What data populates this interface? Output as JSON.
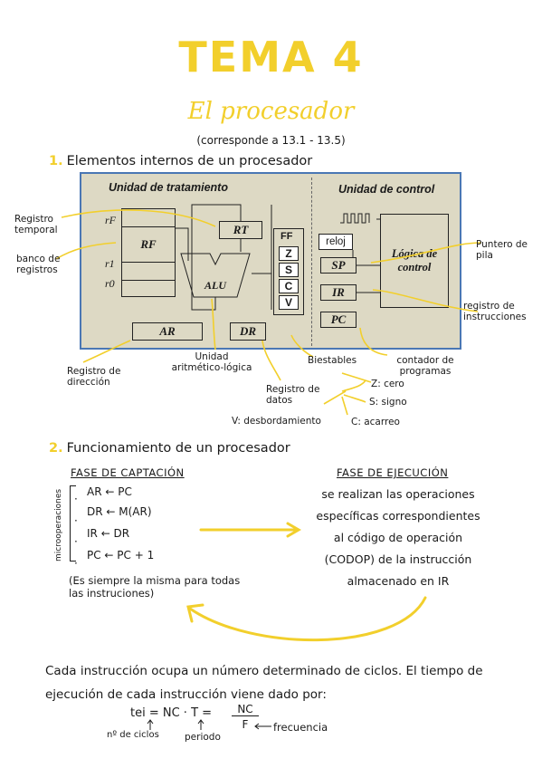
{
  "header": {
    "title": "TEMA 4",
    "subtitle": "El procesador",
    "reference": "(corresponde a 13.1 - 13.5)"
  },
  "section1": {
    "number": "1.",
    "heading": "Elementos internos de un procesador",
    "diagram": {
      "left_title": "Unidad de tratamiento",
      "right_title": "Unidad de control",
      "reg_rf": "rF",
      "reg_file": "RF",
      "reg_r1": "r1",
      "reg_r0": "r0",
      "rt": "RT",
      "alu": "ALU",
      "flags": [
        "FF",
        "Z",
        "S",
        "C",
        "V"
      ],
      "ar": "AR",
      "dr": "DR",
      "clock": "reloj",
      "sp": "SP",
      "ir": "IR",
      "pc": "PC",
      "control_logic": "Lógica de control"
    },
    "notes": {
      "registro_temporal": "Registro temporal",
      "banco_registros": "banco de registros",
      "puntero_pila": "Puntero de pila",
      "registro_instrucciones": "registro de instrucciones",
      "registro_direccion": "Registro de dirección",
      "unidad_alu": "Unidad aritmético-lógica",
      "registro_datos": "Registro de datos",
      "biestables": "Biestables",
      "contador_programas": "contador de programas",
      "z_cero": "Z: cero",
      "s_signo": "S: signo",
      "v_desbordamiento": "V: desbordamiento",
      "c_acarreo": "C: acarreo"
    }
  },
  "section2": {
    "number": "2.",
    "heading": "Funcionamiento de un procesador",
    "fetch": {
      "title": "FASE DE CAPTACIÓN",
      "side_label": "microoperaciones",
      "steps": [
        "AR ← PC",
        "DR ← M(AR)",
        "IR ← DR",
        "PC ← PC + 1"
      ],
      "note": "(Es siempre la misma para todas las instruciones)"
    },
    "execute": {
      "title": "FASE DE EJECUCIÓN",
      "lines": [
        "se realizan las operaciones",
        "específicas correspondientes",
        "al código de operación",
        "(CODOP) de la instrucción",
        "almacenado en IR"
      ]
    }
  },
  "footer": {
    "paragraph": "Cada instrucción ocupa un número determinado de ciclos. El tiempo de ejecución de cada instrucción viene dado por:",
    "formula_lhs": "tei = NC · T =",
    "formula_num": "NC",
    "formula_den": "F",
    "label_nc": "nº de ciclos",
    "label_t": "periodo",
    "label_f": "frecuencia"
  },
  "colors": {
    "accent": "#f2cf2c",
    "diagram_bg": "#ddd9c4",
    "diagram_border": "#4a77b4"
  }
}
